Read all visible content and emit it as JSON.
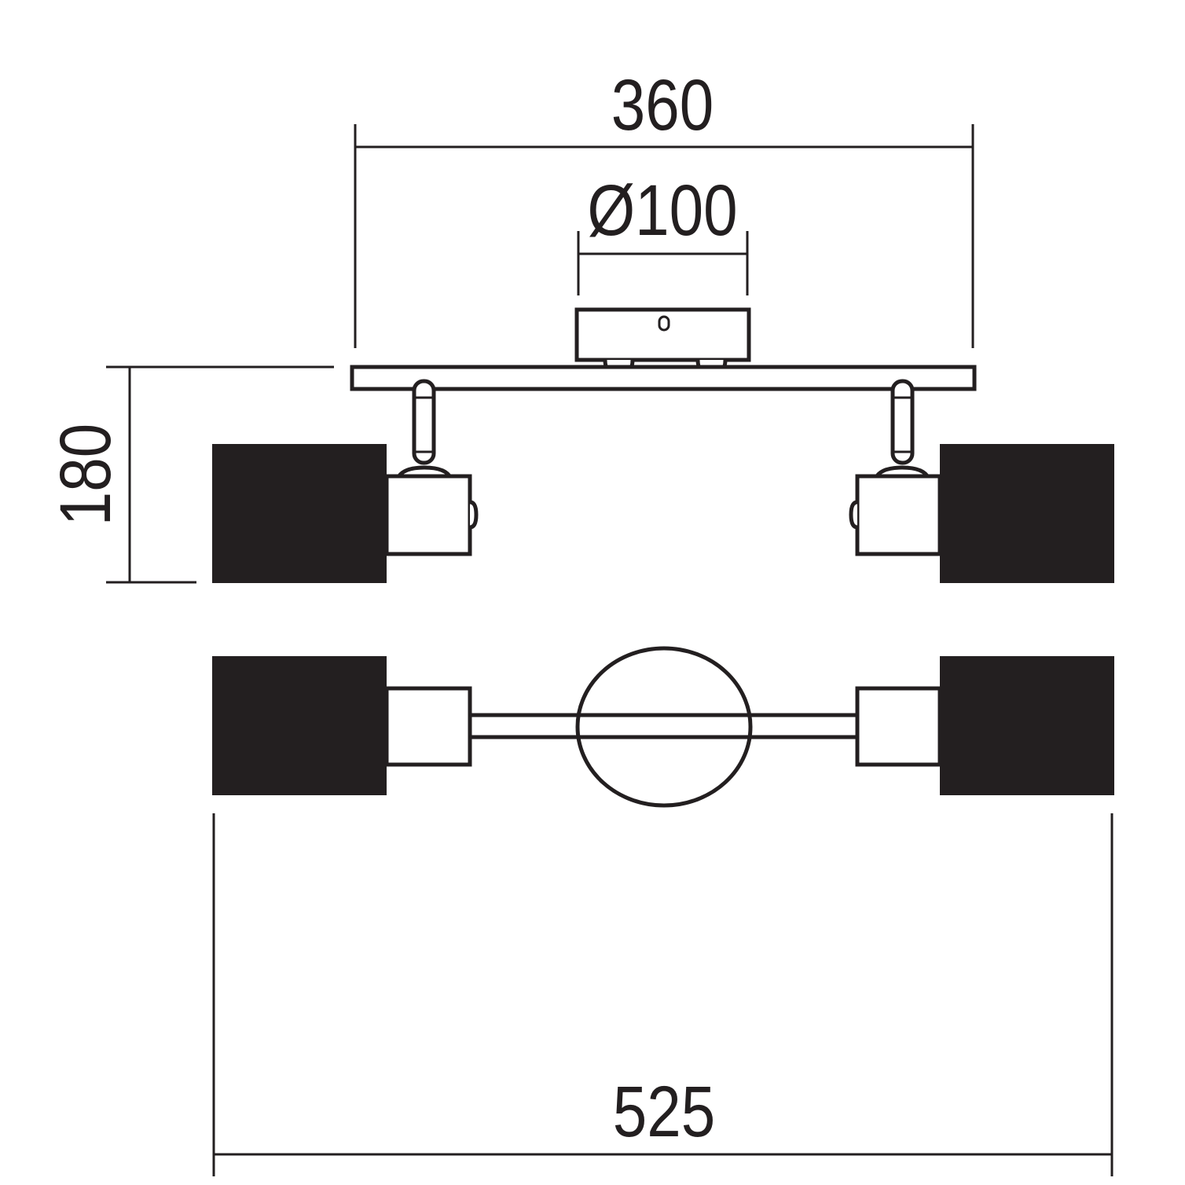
{
  "title": "Ceiling spotlight bar – technical dimensions drawing",
  "colors": {
    "line": "#231f20",
    "shade": "#231f20",
    "background": "#ffffff"
  },
  "dimensions": {
    "canopy_spacing": "360",
    "canopy_diameter": "Ø100",
    "height": "180",
    "total_length": "525"
  }
}
